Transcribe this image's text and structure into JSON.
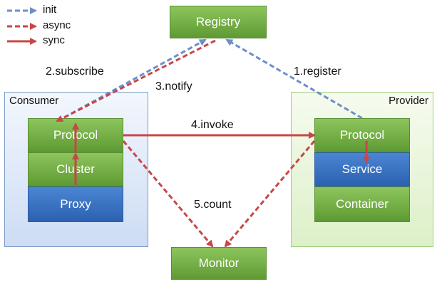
{
  "legend": {
    "init": "init",
    "async": "async",
    "sync": "sync"
  },
  "colors": {
    "init": "#6b8fc8",
    "async": "#c84646",
    "sync": "#c84646",
    "node_green": "#6fac40",
    "node_blue": "#2f6cbf"
  },
  "consumer": {
    "title": "Consumer",
    "protocol": "Protocol",
    "cluster": "Cluster",
    "proxy": "Proxy"
  },
  "provider": {
    "title": "Provider",
    "protocol": "Protocol",
    "service": "Service",
    "container": "Container"
  },
  "registry": "Registry",
  "monitor": "Monitor",
  "edges": {
    "register": "1.register",
    "subscribe": "2.subscribe",
    "notify": "3.notify",
    "invoke": "4.invoke",
    "count": "5.count"
  }
}
